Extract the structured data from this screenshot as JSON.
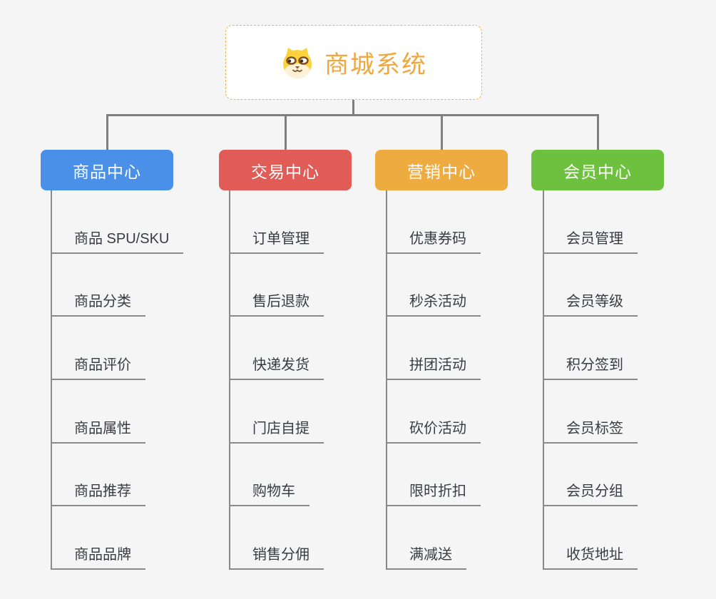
{
  "page": {
    "background": "#f5f5f6",
    "connector_color": "#7f7f7f"
  },
  "root": {
    "label": "商城系统",
    "text_color": "#f0a73e",
    "border_color": "#f0b04a",
    "icon": "dog-face-icon"
  },
  "branches": [
    {
      "label": "商品中心",
      "color": "#4a90e8",
      "children": [
        "商品 SPU/SKU",
        "商品分类",
        "商品评价",
        "商品属性",
        "商品推荐",
        "商品品牌"
      ]
    },
    {
      "label": "交易中心",
      "color": "#e15b57",
      "children": [
        "订单管理",
        "售后退款",
        "快递发货",
        "门店自提",
        "购物车",
        "销售分佣"
      ]
    },
    {
      "label": "营销中心",
      "color": "#edab40",
      "children": [
        "优惠券码",
        "秒杀活动",
        "拼团活动",
        "砍价活动",
        "限时折扣",
        "满减送"
      ]
    },
    {
      "label": "会员中心",
      "color": "#6ec13e",
      "children": [
        "会员管理",
        "会员等级",
        "积分签到",
        "会员标签",
        "会员分组",
        "收货地址"
      ]
    }
  ]
}
